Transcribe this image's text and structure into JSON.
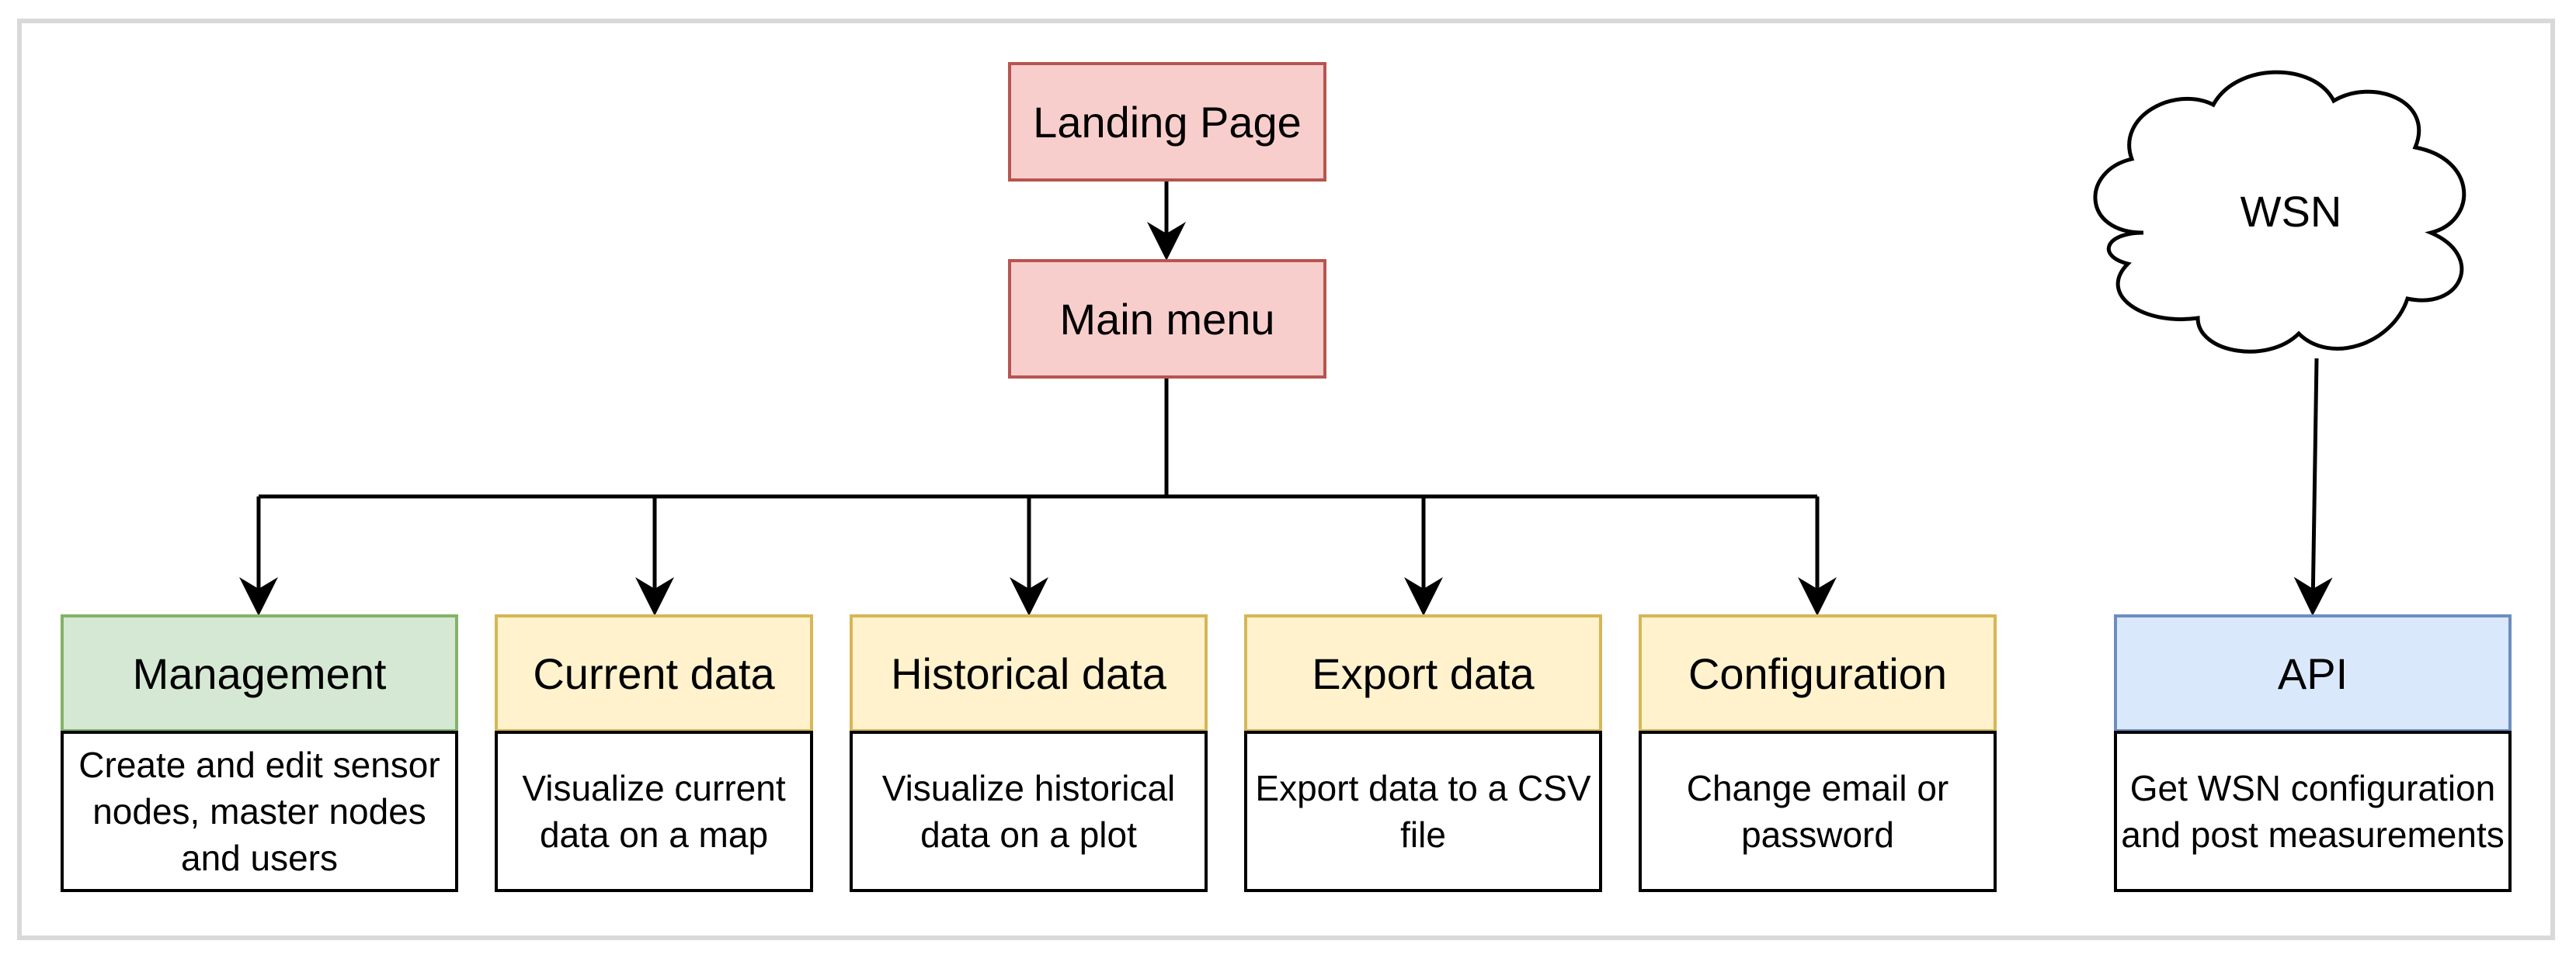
{
  "nodes": {
    "landing_page": "Landing Page",
    "main_menu": "Main menu",
    "wsn": "WSN",
    "management": {
      "title": "Management",
      "description": "Create and edit sensor nodes, master nodes and users"
    },
    "current_data": {
      "title": "Current data",
      "description": "Visualize current data on a map"
    },
    "historical_data": {
      "title": "Historical data",
      "description": "Visualize historical data on a plot"
    },
    "export_data": {
      "title": "Export data",
      "description": "Export data to a CSV file"
    },
    "configuration": {
      "title": "Configuration",
      "description": "Change email or password"
    },
    "api": {
      "title": "API",
      "description": "Get WSN configuration and post measurements"
    }
  },
  "colors": {
    "red_fill": "#f8cecc",
    "red_stroke": "#b85450",
    "green_fill": "#d5e8d4",
    "green_stroke": "#82b366",
    "yellow_fill": "#fff2cc",
    "yellow_stroke": "#d6b656",
    "blue_fill": "#dae8fc",
    "blue_stroke": "#6c8ebf"
  }
}
